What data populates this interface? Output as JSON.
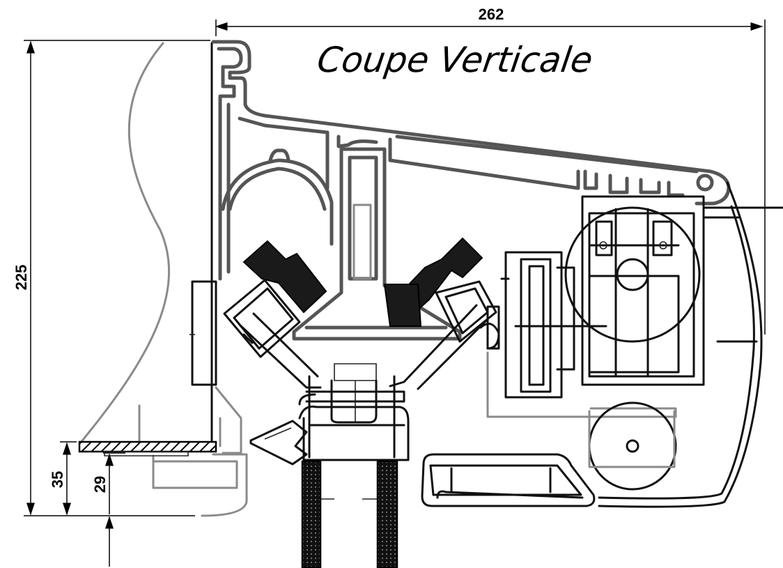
{
  "diagram": {
    "title": "Coupe Verticale",
    "dimensions": {
      "width": "262",
      "height": "225",
      "lower_left": "35",
      "lower_inner": "29"
    }
  }
}
